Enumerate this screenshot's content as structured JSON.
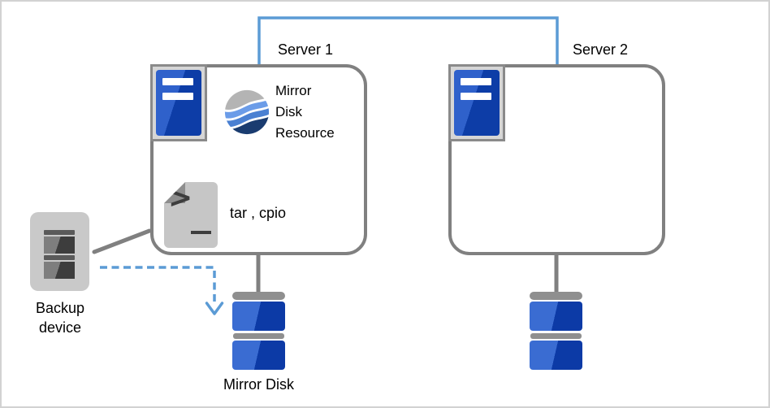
{
  "nodes": {
    "server1": {
      "label": "Server 1"
    },
    "server2": {
      "label": "Server 2"
    },
    "mirror_disk_resource": {
      "label": "Mirror\nDisk\nResource"
    },
    "script": {
      "label": "tar , cpio",
      "prompt_glyph": ">"
    },
    "backup_device": {
      "label": "Backup\ndevice"
    },
    "mirror_disk": {
      "label": "Mirror Disk"
    }
  },
  "colors": {
    "link_blue": "#5b9bd5",
    "line_gray": "#808080",
    "server_icon_blue_light": "#2f61cb",
    "server_icon_blue_dark": "#0d3da7",
    "disk_blue_light": "#3a6cd2",
    "disk_blue_dark": "#0c3aa6",
    "globe_gray": "#b4b4b4",
    "globe_blue_light": "#6b9ce8",
    "globe_blue_mid": "#4a80d2",
    "globe_navy": "#1a3c70",
    "device_gray": "#c9c9c9"
  }
}
